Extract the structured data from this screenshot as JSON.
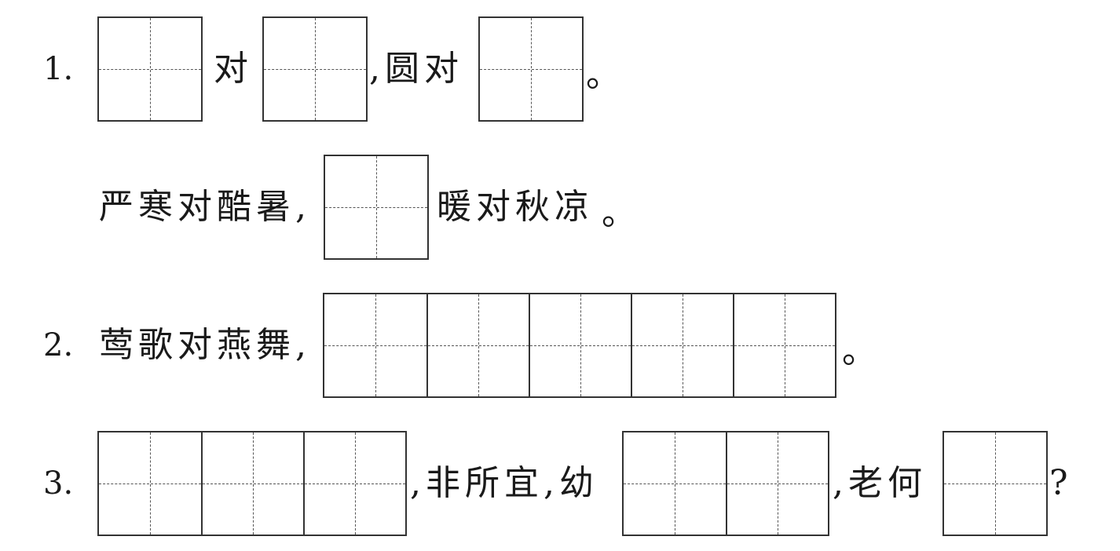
{
  "q1": {
    "number": "1.",
    "dui_1": "对",
    "mid": ",圆对",
    "end": "。"
  },
  "q1b": {
    "start": "严寒对酷暑,",
    "after": "暖对秋凉",
    "end": "。"
  },
  "q2": {
    "number": "2.",
    "start": "莺歌对燕舞,",
    "end": "。"
  },
  "q3": {
    "number": "3.",
    "mid1": ",非所宜,幼",
    "mid2": ",老何",
    "end": "?"
  },
  "answer_boxes": {
    "q1_box1_chars": 1,
    "q1_box2_chars": 1,
    "q1_box3_chars": 1,
    "q1b_box_chars": 1,
    "q2_box_chars": 5,
    "q3_box1_chars": 3,
    "q3_box2_chars": 2,
    "q3_box3_chars": 1
  }
}
